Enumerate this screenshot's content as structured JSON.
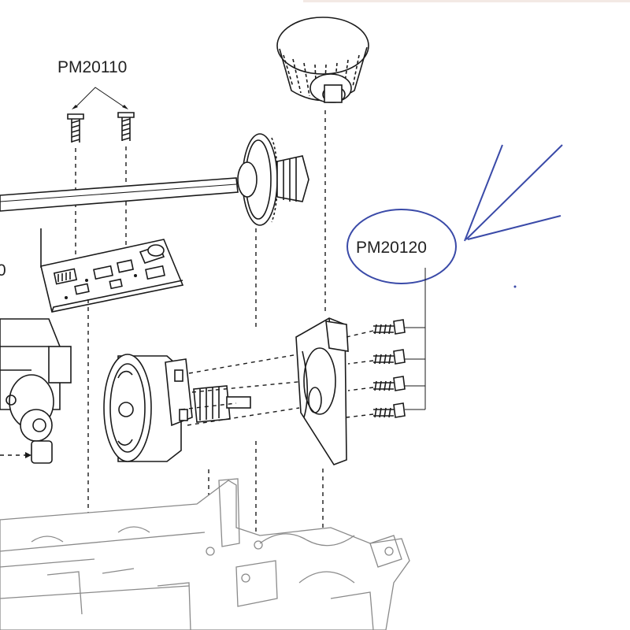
{
  "labels": {
    "screw_part_top": "PM20110",
    "screw_part_right": "PM20120",
    "cropped_left_fragment": "0"
  },
  "colors": {
    "line_art": "#1a1a1a",
    "annotation": "#3a4aa8",
    "chassis": "#8a8a8a"
  }
}
